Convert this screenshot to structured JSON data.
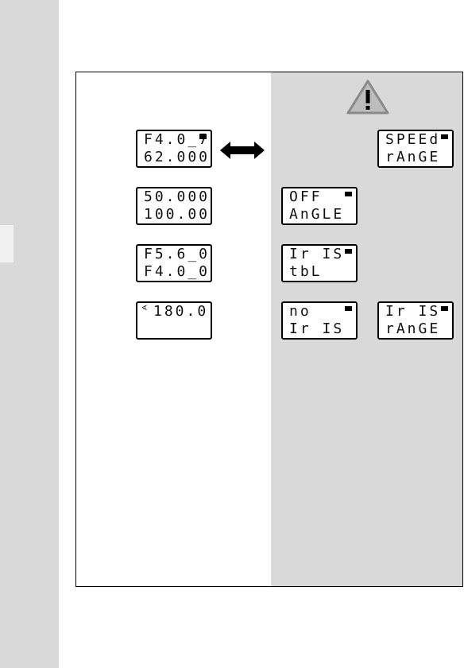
{
  "left_column": [
    {
      "line1": "F4.0_7",
      "line2": "62.000",
      "indicator": true
    },
    {
      "line1": "50.000",
      "line2": "100.00",
      "indicator": false
    },
    {
      "line1": "F5.6_0",
      "line2": "F4.0_0",
      "indicator": false
    },
    {
      "line1": "180.0",
      "line2": "",
      "indicator": false,
      "angle_symbol": "∢"
    }
  ],
  "right_column": [
    {
      "line1": "SPEEd",
      "line2": "rAnGE",
      "indicator": true
    },
    {
      "line1": "OFF",
      "line2": "AnGLE",
      "indicator": true
    },
    {
      "line1": "Ir IS",
      "line2": "tbL",
      "indicator": true
    },
    {
      "line1": "no",
      "line2": "Ir IS",
      "indicator": true
    },
    {
      "line1": "Ir IS",
      "line2": "rAnGE",
      "indicator": true
    }
  ],
  "icons": {
    "warning": "warning-triangle-icon",
    "arrow": "double-arrow-icon"
  },
  "colors": {
    "panel_gray": "#d9d9d9",
    "warning_fill": "#bdbdbd",
    "lcd_border": "#000000"
  }
}
